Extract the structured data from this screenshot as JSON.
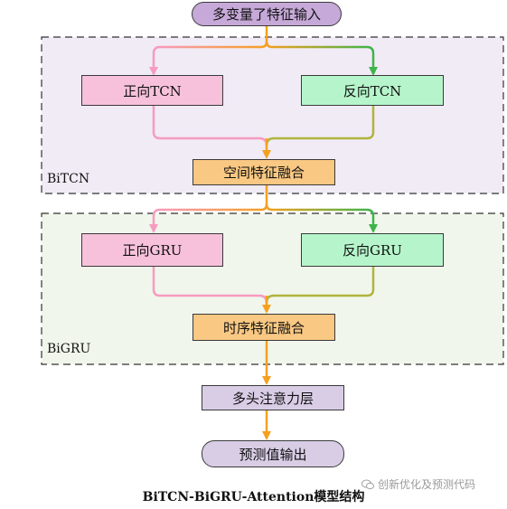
{
  "diagram": {
    "input_label": "多变量了特征输入",
    "bitcn": {
      "group_label": "BiTCN",
      "forward_label": "正向TCN",
      "backward_label": "反向TCN",
      "fusion_label": "空间特征融合"
    },
    "bigru": {
      "group_label": "BiGRU",
      "forward_label": "正向GRU",
      "backward_label": "反向GRU",
      "fusion_label": "时序特征融合"
    },
    "attention_label": "多头注意力层",
    "output_label": "预测值输出",
    "caption": "BiTCN-BiGRU-Attention模型结构",
    "watermark": "创新优化及预测代码",
    "colors": {
      "input_fill": "#c6a9d8",
      "forward_fill": "#f7c1dc",
      "backward_fill": "#b6f5cb",
      "fusion_fill": "#f9c883",
      "attention_fill": "#d9cde6",
      "output_fill": "#d9cde6",
      "bitcn_bg": "#f1ebf6",
      "bigru_bg": "#f1f6ec",
      "orange_arrow": "#f5a020",
      "pink_arrow": "#f79bc0",
      "green_arrow": "#3cb54a"
    }
  }
}
